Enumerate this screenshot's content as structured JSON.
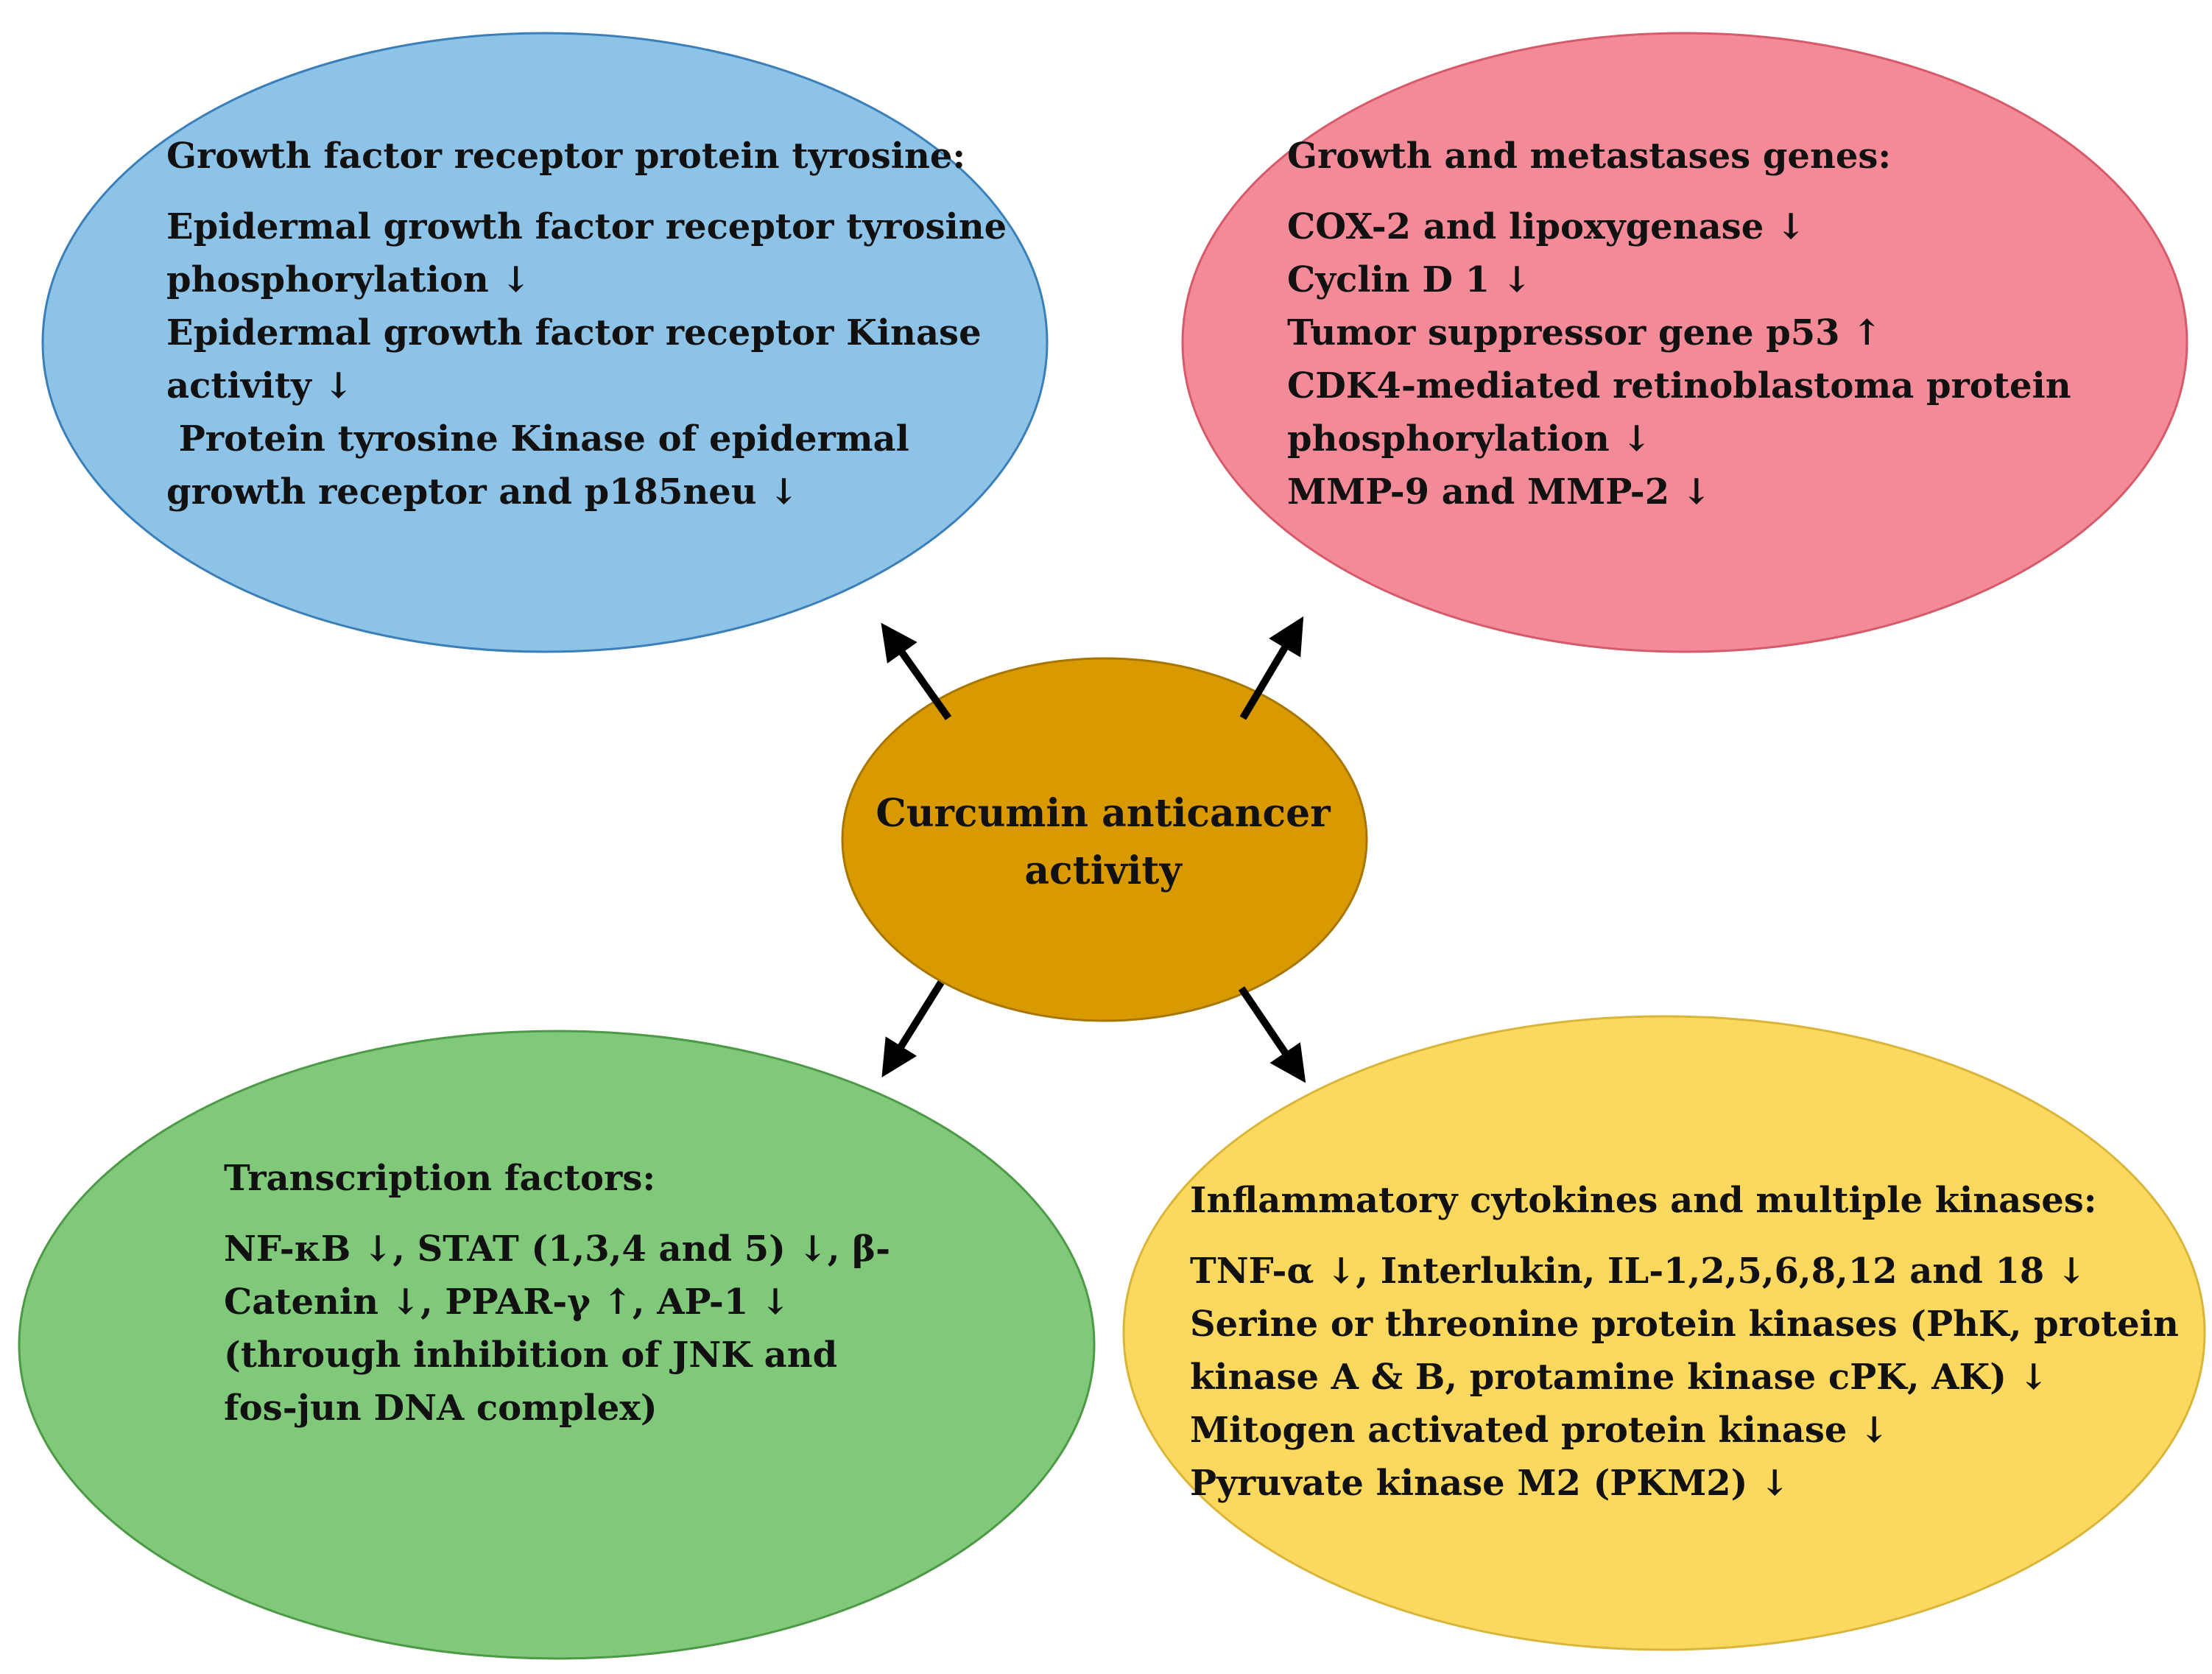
{
  "center": {
    "lines": [
      "Curcumin anticancer",
      "activity"
    ],
    "color": "#d99a00"
  },
  "nodes": {
    "growth_factor": {
      "color": "#8ec3e8",
      "title": "Growth factor receptor protein tyrosine:",
      "lines": [
        "Epidermal growth factor receptor tyrosine",
        "phosphorylation ↓",
        "Epidermal growth factor receptor Kinase",
        "activity ↓",
        " Protein tyrosine Kinase of epidermal",
        "growth receptor and p185neu ↓"
      ]
    },
    "metastases": {
      "color": "#f38a97",
      "title": "Growth and metastases genes:",
      "lines": [
        "COX-2 and lipoxygenase ↓",
        "Cyclin D 1 ↓",
        "Tumor suppressor gene p53 ↑",
        "CDK4-mediated retinoblastoma protein",
        "phosphorylation ↓",
        "MMP-9 and MMP-2 ↓"
      ]
    },
    "transcription": {
      "color": "#80c97a",
      "title": "Transcription factors:",
      "lines": [
        "NF-κB ↓, STAT (1,3,4 and 5) ↓, β-",
        "Catenin ↓, PPAR-γ ↑, AP-1 ↓",
        "(through inhibition of JNK and",
        "fos-jun DNA complex)"
      ]
    },
    "inflammatory": {
      "color": "#fdd85e",
      "title": "Inflammatory cytokines and multiple kinases:",
      "lines": [
        "TNF-α ↓, Interlukin, IL-1,2,5,6,8,12 and 18 ↓",
        "Serine or threonine protein kinases (PhK, protein",
        "kinase A & B, protamine kinase cPK, AK) ↓",
        "Mitogen activated protein kinase ↓",
        "Pyruvate kinase M2 (PKM2) ↓"
      ]
    }
  }
}
